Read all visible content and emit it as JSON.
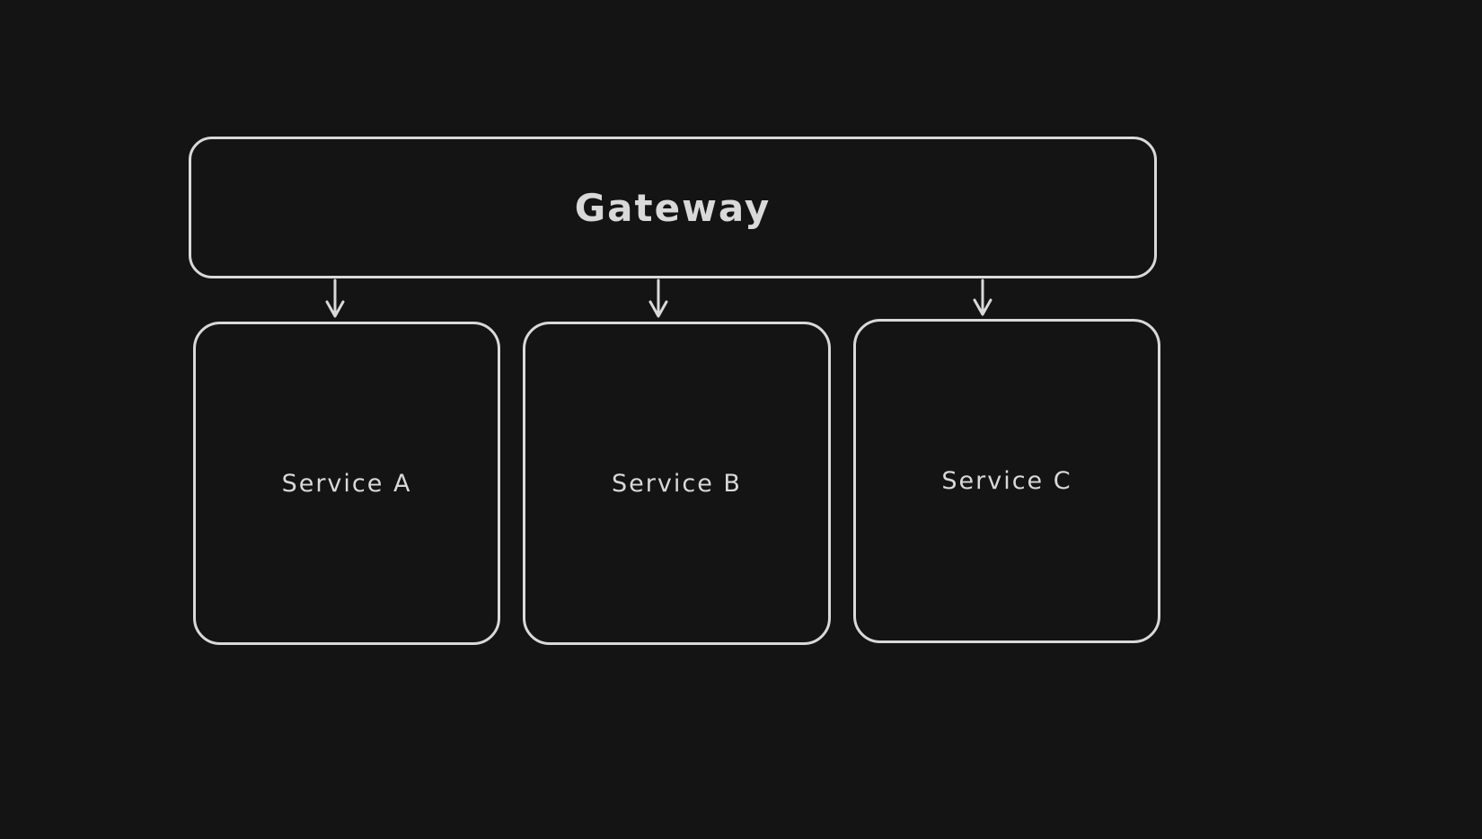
{
  "diagram": {
    "type": "flowchart",
    "style": "hand-drawn",
    "colors": {
      "background": "#141414",
      "stroke": "#d9d9d9",
      "text": "#d9d9d9"
    },
    "nodes": [
      {
        "id": "gateway",
        "label": "Gateway"
      },
      {
        "id": "service-a",
        "label": "Service A"
      },
      {
        "id": "service-b",
        "label": "Service B"
      },
      {
        "id": "service-c",
        "label": "Service C"
      }
    ],
    "edges": [
      {
        "from": "gateway",
        "to": "service-a",
        "arrow": "down"
      },
      {
        "from": "gateway",
        "to": "service-b",
        "arrow": "down"
      },
      {
        "from": "gateway",
        "to": "service-c",
        "arrow": "down"
      }
    ]
  }
}
